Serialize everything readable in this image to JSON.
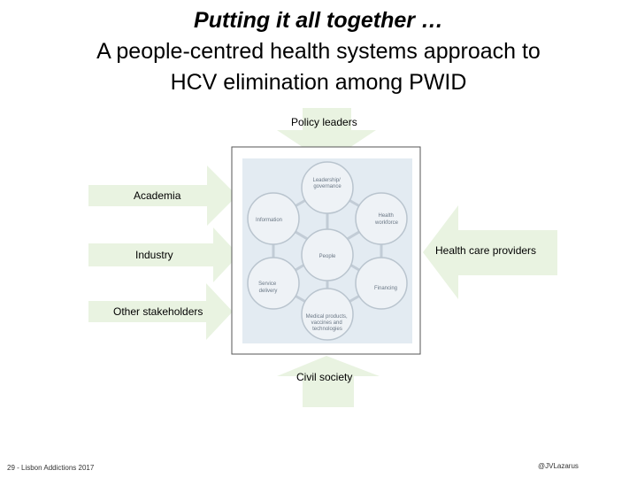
{
  "title": {
    "line1": "Putting it all together …",
    "line2": "A people-centred health systems approach to",
    "line3": "HCV elimination among PWID"
  },
  "stakeholders": {
    "policy_leaders": "Policy leaders",
    "academia": "Academia",
    "industry": "Industry",
    "other_stakeholders": "Other stakeholders",
    "health_care_providers": "Health care providers",
    "civil_society": "Civil society"
  },
  "building_blocks": {
    "leadership": [
      "Leadership/",
      "governance"
    ],
    "information": [
      "Information"
    ],
    "health_workforce": [
      "Health",
      "workforce"
    ],
    "people": [
      "People"
    ],
    "service_delivery": [
      "Service",
      "delivery"
    ],
    "financing": [
      "Financing"
    ],
    "medical_products": [
      "Medical products,",
      "vaccines and",
      "technologies"
    ]
  },
  "colors": {
    "arrow_fill": "#e9f3e1",
    "node_fill": "#eef2f6",
    "node_stroke": "#b9c4ce",
    "frame": "#555555",
    "diagram_bg": "#e3ebf2"
  },
  "footer": {
    "left": "29 - Lisbon Addictions 2017",
    "right": "@JVLazarus"
  }
}
